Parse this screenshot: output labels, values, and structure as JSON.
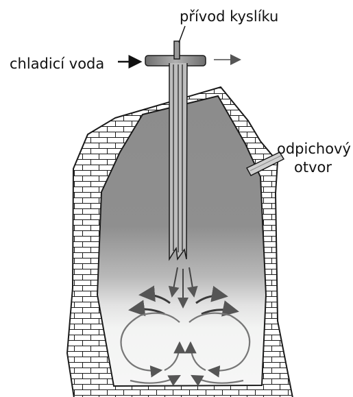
{
  "labels": {
    "oxygen_supply": "přívod kyslíku",
    "cooling_water": "chladicí voda",
    "tap_hole_line1": "odpichový",
    "tap_hole_line2": "otvor"
  },
  "colors": {
    "brick_fill": "#ffffff",
    "brick_line": "#1a1a1a",
    "slag_dark": "#888888",
    "slag_mid": "#b4b4b4",
    "melt_light": "#eef0ee",
    "lance": "#8a8a8a",
    "arrow": "#555555"
  }
}
